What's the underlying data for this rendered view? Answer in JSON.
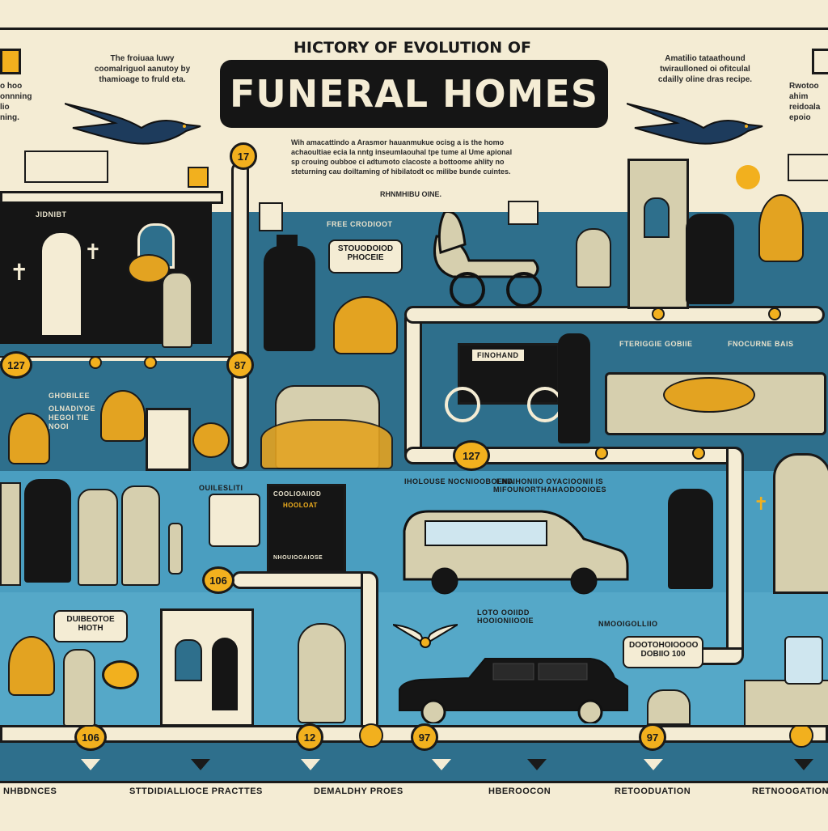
{
  "header": {
    "subtitle": "HICTORY OF EVOLUTION OF",
    "title": "FUNERAL HOMES",
    "left_blurb": "The froiuaa luwy\ncoomalriguol aanutoy by\nthamioage to fruld eta.",
    "right_blurb": "Amatilio tataathound\ntwiraulloned oi ofitculal\ncdailly oline dras recipe.",
    "center_blurb": "Wih amacattindo a Arasmor hauanmukue ocisg a is the homo\nachaoultiae ecia la nntg inseumlaouhal tpe tume al Ume apional\nsp crouing oubboe ci adtumoto clacoste a bottoome ahlity no\nsteturning cau doiltaming of hibilatodt oc milibe bunde cuintes.",
    "center_note": "RHNMHIBU OINE.",
    "far_left_blurb": "o hoo\nonnning\nlio\nning.",
    "far_right_blurb": "Rwotoo\nahim\nreidoala\nepoio"
  },
  "scene_labels": {
    "home_sign": "JIDNIBT",
    "speech_1": "STOUODOIOD\nPHOCEIE",
    "tag_1": "FREE CRODIOOT",
    "hearse_sign": "FINOHAND",
    "tag_2": "FTERIGGIE GOBIIE",
    "tag_3": "FNOCURNE BAIS",
    "sign_left": "GHOBILEE",
    "sign_left_body": "OLNADIYOE\nHEGOI TIE\nNOOI",
    "note_1": "OUILESLITI",
    "board_title": "COOLIOAIIOD",
    "board_sub": "HOOLOAT",
    "board_foot": "NHOUIOOAIOSE",
    "tag_4": "IHOLOUSE NOCNIOOBOENA",
    "van_caption": "ENDIHONIIO OYACIOONII IS\nMIFOUNORTHAHAODOOIOES",
    "speech_2": "DUIBEOTOE\nHIOTH",
    "tag_5": "LOTO OOIIDD\nHOOIONIIOOIE",
    "tag_6": "NMOOIGOLLIIO",
    "speech_3": "DOOTOHOIOOOO\nDOBIIO 100"
  },
  "timeline": {
    "badges": [
      "17",
      "127",
      "87",
      "127",
      "106",
      "106",
      "12",
      "97",
      "97"
    ]
  },
  "footer": {
    "labels": [
      "NHBDNCES",
      "STTDIDIALLIOCE PRACTTES",
      "DEMALDHY PROES",
      "HBEROOCON",
      "RETOODUATION",
      "RETNOOGATION"
    ]
  },
  "colors": {
    "background": "#f4ecd4",
    "teal": "#2e6f8c",
    "sky": "#4fa2c4",
    "gold": "#f2b01e",
    "ink": "#151515"
  }
}
